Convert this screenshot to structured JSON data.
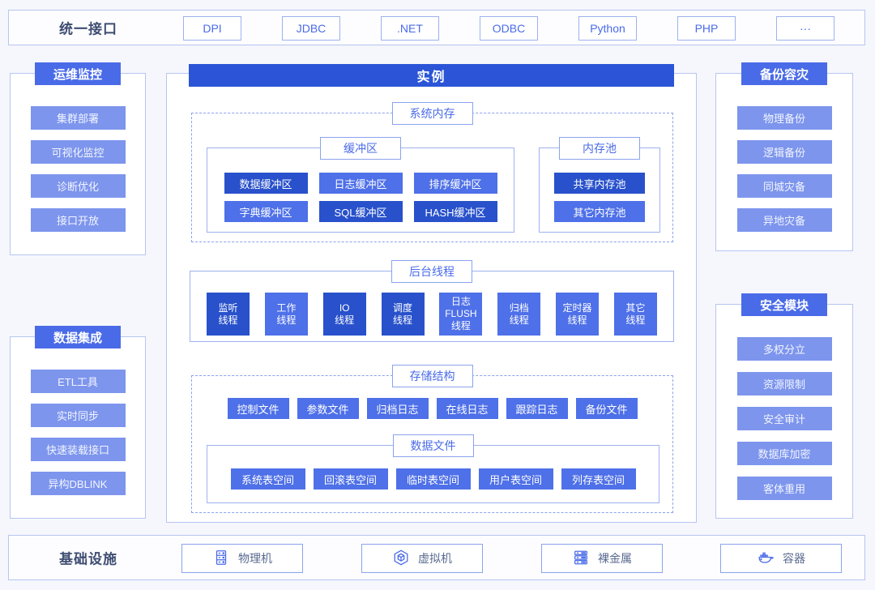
{
  "colors": {
    "accent_dark": "#2851cb",
    "accent_medium": "#4e70e8",
    "accent_light": "#7d95ed",
    "header_blue": "#4a6be8",
    "instance_bar": "#2b55d6",
    "border_light": "#b7c5f1"
  },
  "top_bar": {
    "title": "统一接口",
    "items": [
      "DPI",
      "JDBC",
      ".NET",
      "ODBC",
      "Python",
      "PHP",
      "···"
    ]
  },
  "left_panels": [
    {
      "title": "运维监控",
      "items": [
        "集群部署",
        "可视化监控",
        "诊断优化",
        "接口开放"
      ]
    },
    {
      "title": "数据集成",
      "items": [
        "ETL工具",
        "实时同步",
        "快速装载接口",
        "异构DBLINK"
      ]
    }
  ],
  "right_panels": [
    {
      "title": "备份容灾",
      "items": [
        "物理备份",
        "逻辑备份",
        "同城灾备",
        "异地灾备"
      ]
    },
    {
      "title": "安全模块",
      "items": [
        "多权分立",
        "资源限制",
        "安全审计",
        "数据库加密",
        "客体重用"
      ]
    }
  ],
  "instance": {
    "title": "实例",
    "system_memory": {
      "label": "系统内存",
      "buffer": {
        "label": "缓冲区",
        "items": [
          {
            "label": "数据缓冲区",
            "tone": "dark"
          },
          {
            "label": "日志缓冲区",
            "tone": "medium"
          },
          {
            "label": "排序缓冲区",
            "tone": "medium"
          },
          {
            "label": "字典缓冲区",
            "tone": "medium"
          },
          {
            "label": "SQL缓冲区",
            "tone": "dark"
          },
          {
            "label": "HASH缓冲区",
            "tone": "dark"
          }
        ]
      },
      "memory_pool": {
        "label": "内存池",
        "items": [
          {
            "label": "共享内存池",
            "tone": "dark"
          },
          {
            "label": "其它内存池",
            "tone": "medium"
          }
        ]
      }
    },
    "threads": {
      "label": "后台线程",
      "items": [
        {
          "label": "监听\n线程",
          "tone": "dark"
        },
        {
          "label": "工作\n线程",
          "tone": "medium"
        },
        {
          "label": "IO\n线程",
          "tone": "dark"
        },
        {
          "label": "调度\n线程",
          "tone": "dark"
        },
        {
          "label": "日志\nFLUSH\n线程",
          "tone": "medium"
        },
        {
          "label": "归档\n线程",
          "tone": "medium"
        },
        {
          "label": "定时器\n线程",
          "tone": "medium"
        },
        {
          "label": "其它\n线程",
          "tone": "medium"
        }
      ]
    },
    "storage": {
      "label": "存储结构",
      "files": [
        "控制文件",
        "参数文件",
        "归档日志",
        "在线日志",
        "跟踪日志",
        "备份文件"
      ],
      "data_files": {
        "label": "数据文件",
        "items": [
          "系统表空间",
          "回滚表空间",
          "临时表空间",
          "用户表空间",
          "列存表空间"
        ]
      }
    }
  },
  "bottom_bar": {
    "title": "基础设施",
    "items": [
      {
        "label": "物理机",
        "icon": "server-icon"
      },
      {
        "label": "虚拟机",
        "icon": "vm-hexagon-icon"
      },
      {
        "label": "裸金属",
        "icon": "baremetal-stack-icon"
      },
      {
        "label": "容器",
        "icon": "docker-whale-icon"
      }
    ]
  }
}
